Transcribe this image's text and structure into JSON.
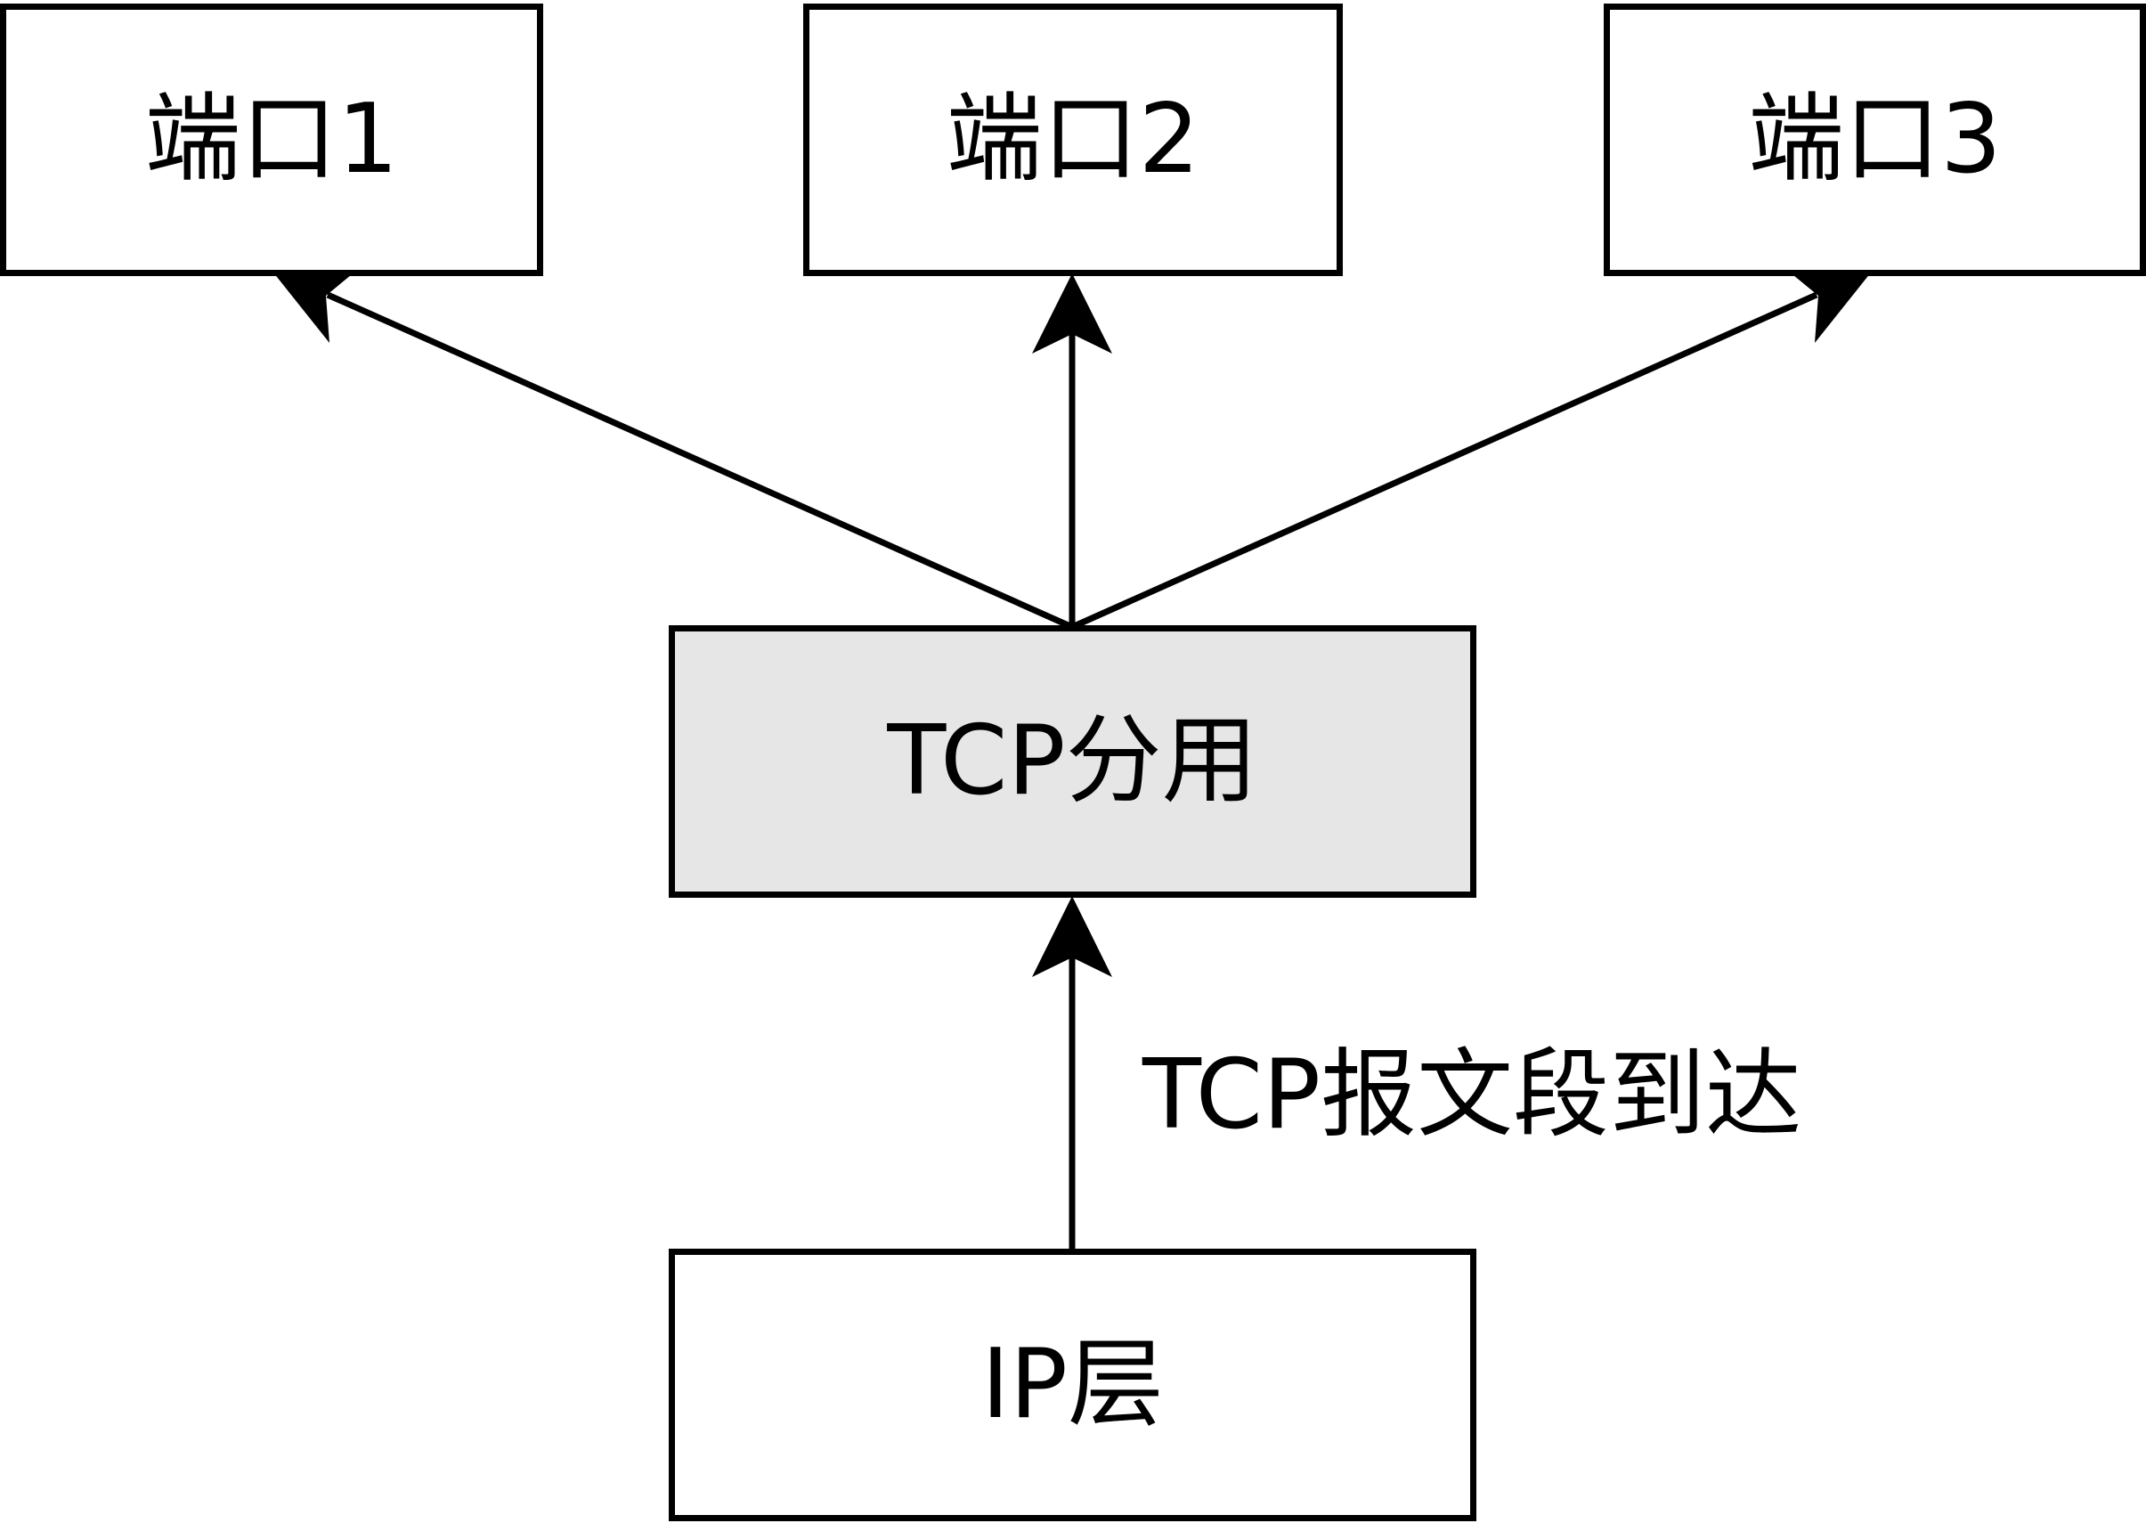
{
  "diagram": {
    "nodes": {
      "port1": {
        "label": "端口1"
      },
      "port2": {
        "label": "端口2"
      },
      "port3": {
        "label": "端口3"
      },
      "tcp_demux": {
        "label": "TCP分用"
      },
      "ip_layer": {
        "label": "IP层"
      }
    },
    "edges": [
      {
        "from": "tcp_demux",
        "to": "port1"
      },
      {
        "from": "tcp_demux",
        "to": "port2"
      },
      {
        "from": "tcp_demux",
        "to": "port3"
      },
      {
        "from": "ip_layer",
        "to": "tcp_demux",
        "label": "TCP报文段到达"
      }
    ]
  },
  "colors": {
    "stroke": "#000000",
    "node_fill": "#ffffff",
    "highlight_fill": "#e6e6e6",
    "text": "#000000"
  }
}
